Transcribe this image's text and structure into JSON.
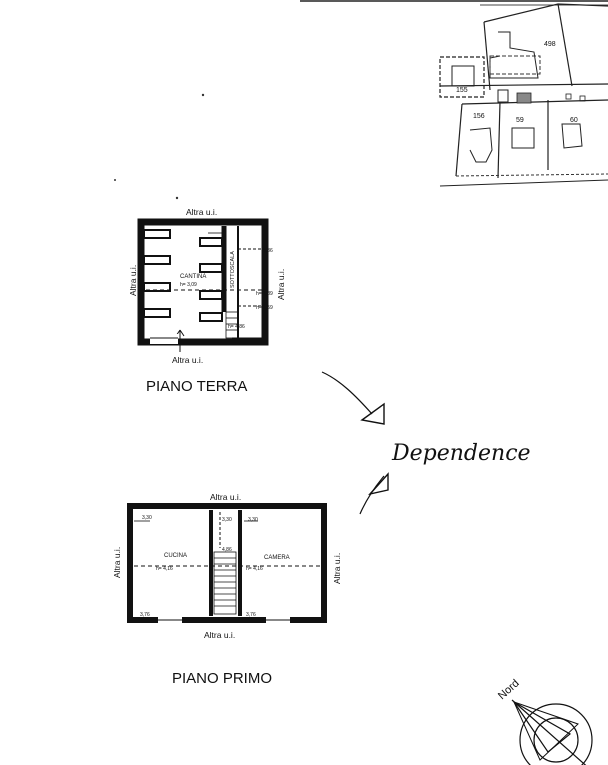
{
  "cadastral_map": {
    "parcels": [
      "498",
      "155",
      "156",
      "59",
      "60"
    ]
  },
  "ground_floor": {
    "title": "PIANO TERRA",
    "neighbor_top": "Altra u.i.",
    "neighbor_left": "Altra u.i.",
    "neighbor_right": "Altra u.i.",
    "neighbor_bottom": "Altra u.i.",
    "room_main": "CANTINA",
    "room_main_height": "h= 3,09",
    "room_under_stair": "SOTTOSCALA",
    "dim_1": "2,86",
    "dim_2": "h= 1,89",
    "dim_3": "h= 1,59",
    "dim_4": "h= 4,86"
  },
  "first_floor": {
    "title": "PIANO PRIMO",
    "neighbor_top": "Altra u.i.",
    "neighbor_left": "Altra u.i.",
    "neighbor_right": "Altra u.i.",
    "neighbor_bottom": "Altra u.i.",
    "room_left": "CUCINA",
    "room_right": "CAMERA",
    "height_left": "h= 4,16",
    "height_right": "h= 4,16",
    "dim_top_left": "3,30",
    "dim_top_mid": "3,30",
    "dim_top_right": "3,30",
    "dim_bottom_left": "3,76",
    "dim_bottom_right": "3,76",
    "dim_stair": "4,86"
  },
  "annotation": {
    "handwritten": "Dependence"
  },
  "north_arrow": {
    "label": "Nord"
  }
}
